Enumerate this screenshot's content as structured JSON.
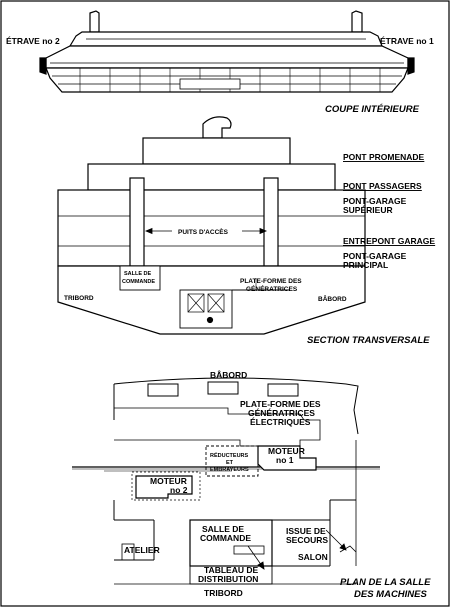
{
  "profile": {
    "bow2": "ÉTRAVE no 2",
    "bow1": "ÉTRAVE no 1",
    "title": "COUPE INTÉRIEURE"
  },
  "section": {
    "deck_promenade": "PONT PROMENADE",
    "deck_passengers": "PONT PASSAGERS",
    "garage_upper_1": "PONT-GARAGE",
    "garage_upper_2": "SUPÉRIEUR",
    "garage_between": "ENTREPONT GARAGE",
    "garage_main_1": "PONT-GARAGE",
    "garage_main_2": "PRINCIPAL",
    "access_shaft": "PUITS D'ACCÈS",
    "control_room_1": "SALLE DE",
    "control_room_2": "COMMANDE",
    "generator_platform_1": "PLATE-FORME DES",
    "generator_platform_2": "GÉNÉRATRICES",
    "starboard": "TRIBORD",
    "port": "BÂBORD",
    "title": "SECTION TRANSVERSALE"
  },
  "plan": {
    "port": "BÂBORD",
    "platform_1": "PLATE-FORME DES",
    "platform_2": "GÉNÉRATRICES",
    "platform_3": "ÉLECTRIQUES",
    "reducers_1": "RÉDUCTEURS",
    "reducers_2": "ET",
    "reducers_3": "EMBRAYEURS",
    "engine1_1": "MOTEUR",
    "engine1_2": "no 1",
    "engine2_1": "MOTEUR",
    "engine2_2": "no 2",
    "control_1": "SALLE DE",
    "control_2": "COMMANDE",
    "exit_1": "ISSUE DE",
    "exit_2": "SECOURS",
    "workshop": "ATELIER",
    "lounge": "SALON",
    "board_1": "TABLEAU DE",
    "board_2": "DISTRIBUTION",
    "starboard": "TRIBORD",
    "title_1": "PLAN DE LA SALLE",
    "title_2": "DES MACHINES"
  }
}
